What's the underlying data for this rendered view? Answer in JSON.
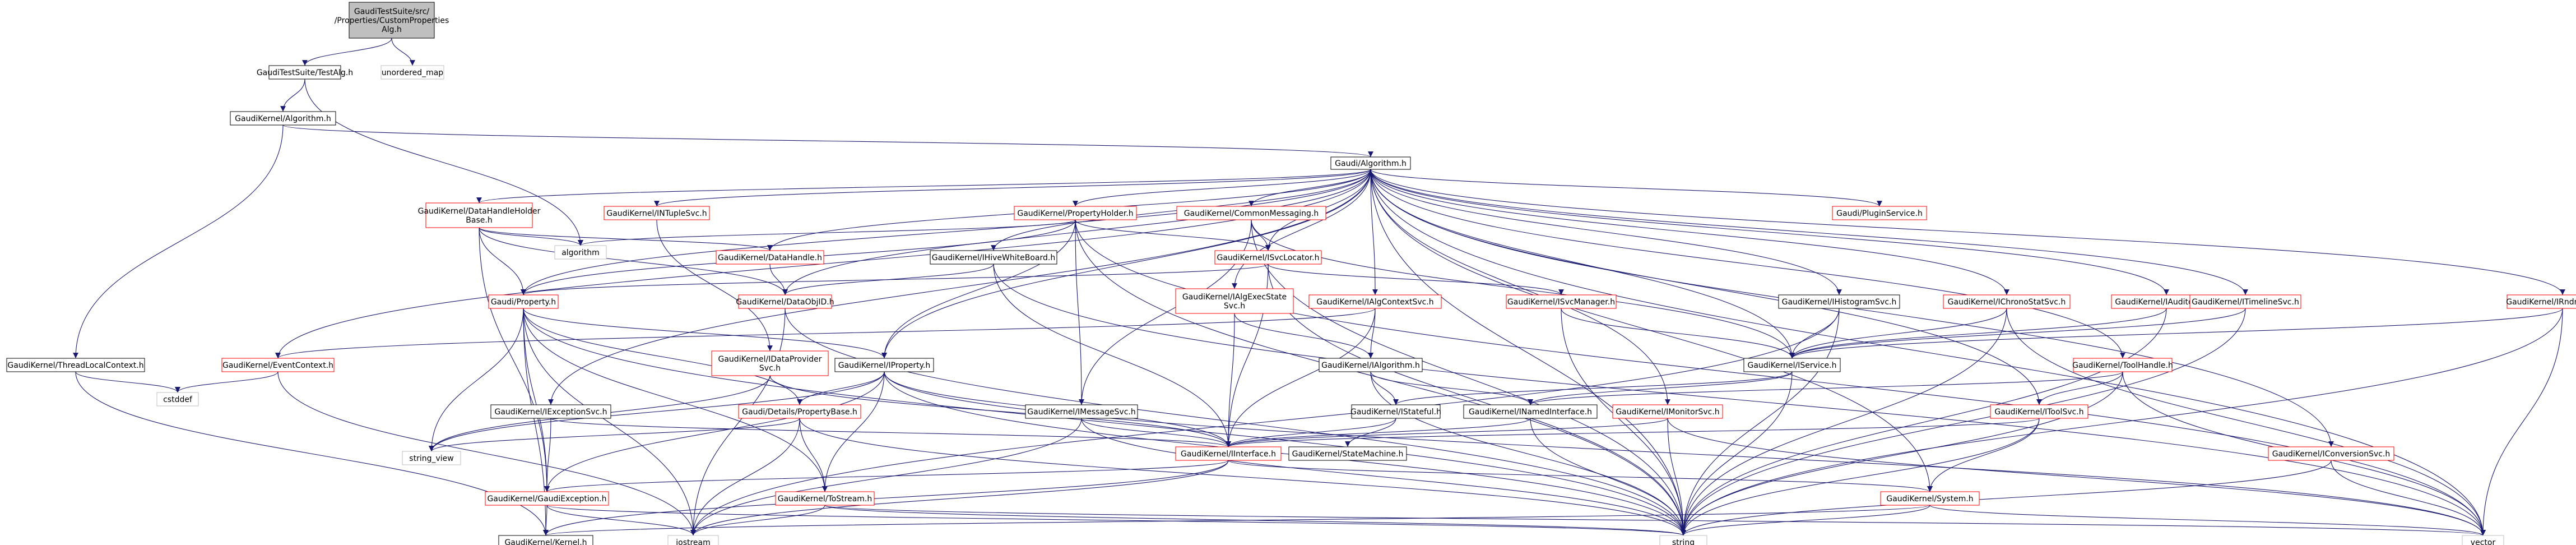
{
  "colors": {
    "edge": "#191970",
    "node_fill": "#ffffff",
    "root_fill": "#bfbfbf",
    "border_black": "#000000",
    "border_red": "#ff0000",
    "border_grey": "#bfbfbf",
    "text": "#000000"
  },
  "nodes": [
    {
      "id": "root",
      "lines": [
        "GaudiTestSuite/src/",
        "/Properties/CustomProperties",
        "Alg.h"
      ],
      "kind": "root"
    },
    {
      "id": "testalg",
      "lines": [
        "GaudiTestSuite/TestAlg.h"
      ],
      "kind": "black"
    },
    {
      "id": "umap",
      "lines": [
        "unordered_map"
      ],
      "kind": "grey"
    },
    {
      "id": "ialgorithm_gk",
      "lines": [
        "GaudiKernel/Algorithm.h"
      ],
      "kind": "black"
    },
    {
      "id": "gaudi_algorithm",
      "lines": [
        "Gaudi/Algorithm.h"
      ],
      "kind": "black"
    },
    {
      "id": "threadlocal",
      "lines": [
        "GaudiKernel/ThreadLocalContext.h"
      ],
      "kind": "black"
    },
    {
      "id": "cstddef",
      "lines": [
        "cstddef"
      ],
      "kind": "grey"
    },
    {
      "id": "datahandleholder",
      "lines": [
        "GaudiKernel/DataHandleHolder",
        "Base.h"
      ],
      "kind": "red"
    },
    {
      "id": "intupleSvc",
      "lines": [
        "GaudiKernel/INTupleSvc.h"
      ],
      "kind": "red"
    },
    {
      "id": "propertyholder",
      "lines": [
        "GaudiKernel/PropertyHolder.h"
      ],
      "kind": "red"
    },
    {
      "id": "commonmsg",
      "lines": [
        "GaudiKernel/CommonMessaging.h"
      ],
      "kind": "red"
    },
    {
      "id": "pluginservice",
      "lines": [
        "Gaudi/PluginService.h"
      ],
      "kind": "red"
    },
    {
      "id": "algorithm_std",
      "lines": [
        "algorithm"
      ],
      "kind": "grey"
    },
    {
      "id": "datahandle",
      "lines": [
        "GaudiKernel/DataHandle.h"
      ],
      "kind": "red"
    },
    {
      "id": "ihivewb",
      "lines": [
        "GaudiKernel/IHiveWhiteBoard.h"
      ],
      "kind": "black"
    },
    {
      "id": "isvclocator",
      "lines": [
        "GaudiKernel/ISvcLocator.h"
      ],
      "kind": "red"
    },
    {
      "id": "property",
      "lines": [
        "Gaudi/Property.h"
      ],
      "kind": "red"
    },
    {
      "id": "dataobjid",
      "lines": [
        "GaudiKernel/DataObjID.h"
      ],
      "kind": "red"
    },
    {
      "id": "ialgexecstate",
      "lines": [
        "GaudiKernel/IAlgExecState",
        "Svc.h"
      ],
      "kind": "red"
    },
    {
      "id": "ialgcontextsvc",
      "lines": [
        "GaudiKernel/IAlgContextSvc.h"
      ],
      "kind": "red"
    },
    {
      "id": "isvcmanager",
      "lines": [
        "GaudiKernel/ISvcManager.h"
      ],
      "kind": "red"
    },
    {
      "id": "ihistogramsvc",
      "lines": [
        "GaudiKernel/IHistogramSvc.h"
      ],
      "kind": "black"
    },
    {
      "id": "ichronostat",
      "lines": [
        "GaudiKernel/IChronoStatSvc.h"
      ],
      "kind": "red"
    },
    {
      "id": "iauditorsvc",
      "lines": [
        "GaudiKernel/IAuditorSvc.h"
      ],
      "kind": "red"
    },
    {
      "id": "itimelinesvc",
      "lines": [
        "GaudiKernel/ITimelineSvc.h"
      ],
      "kind": "red"
    },
    {
      "id": "irndmgensvc",
      "lines": [
        "GaudiKernel/IRndmGenSvc.h"
      ],
      "kind": "red"
    },
    {
      "id": "ieventcontext",
      "lines": [
        "GaudiKernel/EventContext.h"
      ],
      "kind": "red"
    },
    {
      "id": "idataprovider",
      "lines": [
        "GaudiKernel/IDataProvider",
        "Svc.h"
      ],
      "kind": "red"
    },
    {
      "id": "iproperty",
      "lines": [
        "GaudiKernel/IProperty.h"
      ],
      "kind": "black"
    },
    {
      "id": "ialgorithm",
      "lines": [
        "GaudiKernel/IAlgorithm.h"
      ],
      "kind": "black"
    },
    {
      "id": "iservice",
      "lines": [
        "GaudiKernel/IService.h"
      ],
      "kind": "black"
    },
    {
      "id": "itoolhandle",
      "lines": [
        "GaudiKernel/ToolHandle.h"
      ],
      "kind": "red"
    },
    {
      "id": "iexceptionsvc",
      "lines": [
        "GaudiKernel/IExceptionSvc.h"
      ],
      "kind": "black"
    },
    {
      "id": "propertybase",
      "lines": [
        "Gaudi/Details/PropertyBase.h"
      ],
      "kind": "red"
    },
    {
      "id": "imessagesvc",
      "lines": [
        "GaudiKernel/IMessageSvc.h"
      ],
      "kind": "black"
    },
    {
      "id": "istateful",
      "lines": [
        "GaudiKernel/IStateful.h"
      ],
      "kind": "black"
    },
    {
      "id": "inamedinterface",
      "lines": [
        "GaudiKernel/INamedInterface.h"
      ],
      "kind": "black"
    },
    {
      "id": "imonitorsvc",
      "lines": [
        "GaudiKernel/IMonitorSvc.h"
      ],
      "kind": "red"
    },
    {
      "id": "itoolsvc",
      "lines": [
        "GaudiKernel/IToolSvc.h"
      ],
      "kind": "red"
    },
    {
      "id": "string_view",
      "lines": [
        "string_view"
      ],
      "kind": "grey"
    },
    {
      "id": "iinterface",
      "lines": [
        "GaudiKernel/IInterface.h"
      ],
      "kind": "red"
    },
    {
      "id": "statemachine",
      "lines": [
        "GaudiKernel/StateMachine.h"
      ],
      "kind": "black"
    },
    {
      "id": "iconversionsvc",
      "lines": [
        "GaudiKernel/IConversionSvc.h"
      ],
      "kind": "red"
    },
    {
      "id": "gaudiexception",
      "lines": [
        "GaudiKernel/GaudiException.h"
      ],
      "kind": "red"
    },
    {
      "id": "tostream",
      "lines": [
        "GaudiKernel/ToStream.h"
      ],
      "kind": "red"
    },
    {
      "id": "system",
      "lines": [
        "GaudiKernel/System.h"
      ],
      "kind": "red"
    },
    {
      "id": "kernel",
      "lines": [
        "GaudiKernel/Kernel.h"
      ],
      "kind": "black"
    },
    {
      "id": "iostream",
      "lines": [
        "iostream"
      ],
      "kind": "grey"
    },
    {
      "id": "string",
      "lines": [
        "string"
      ],
      "kind": "grey"
    },
    {
      "id": "vector",
      "lines": [
        "vector"
      ],
      "kind": "grey"
    }
  ]
}
